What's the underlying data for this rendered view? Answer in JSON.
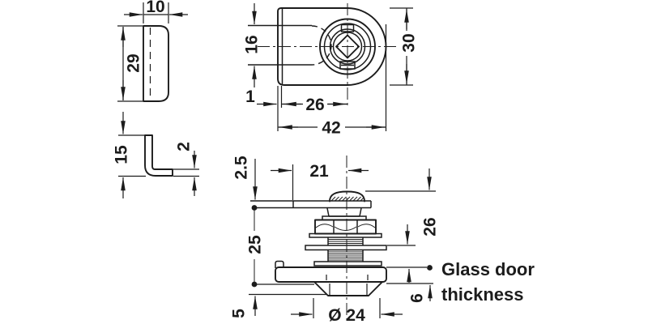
{
  "drawing": {
    "strike_plate": {
      "width": "10",
      "height": "29"
    },
    "angle_bracket": {
      "leg": "15",
      "thickness": "2"
    },
    "front_view": {
      "slot_height": "16",
      "edge_offset": "1",
      "center_distance": "26",
      "overall_width": "42",
      "body_height": "30"
    },
    "side_view": {
      "cam_thickness": "2.5",
      "cam_length": "21",
      "body_length": "25",
      "overall_height": "26",
      "protrusion": "5",
      "nose_diameter": "Ø 24",
      "glass_thickness": "6",
      "note_line1": "Glass door",
      "note_line2": "thickness"
    }
  },
  "colors": {
    "ink": "#1c1c1c",
    "background": "#ffffff"
  }
}
